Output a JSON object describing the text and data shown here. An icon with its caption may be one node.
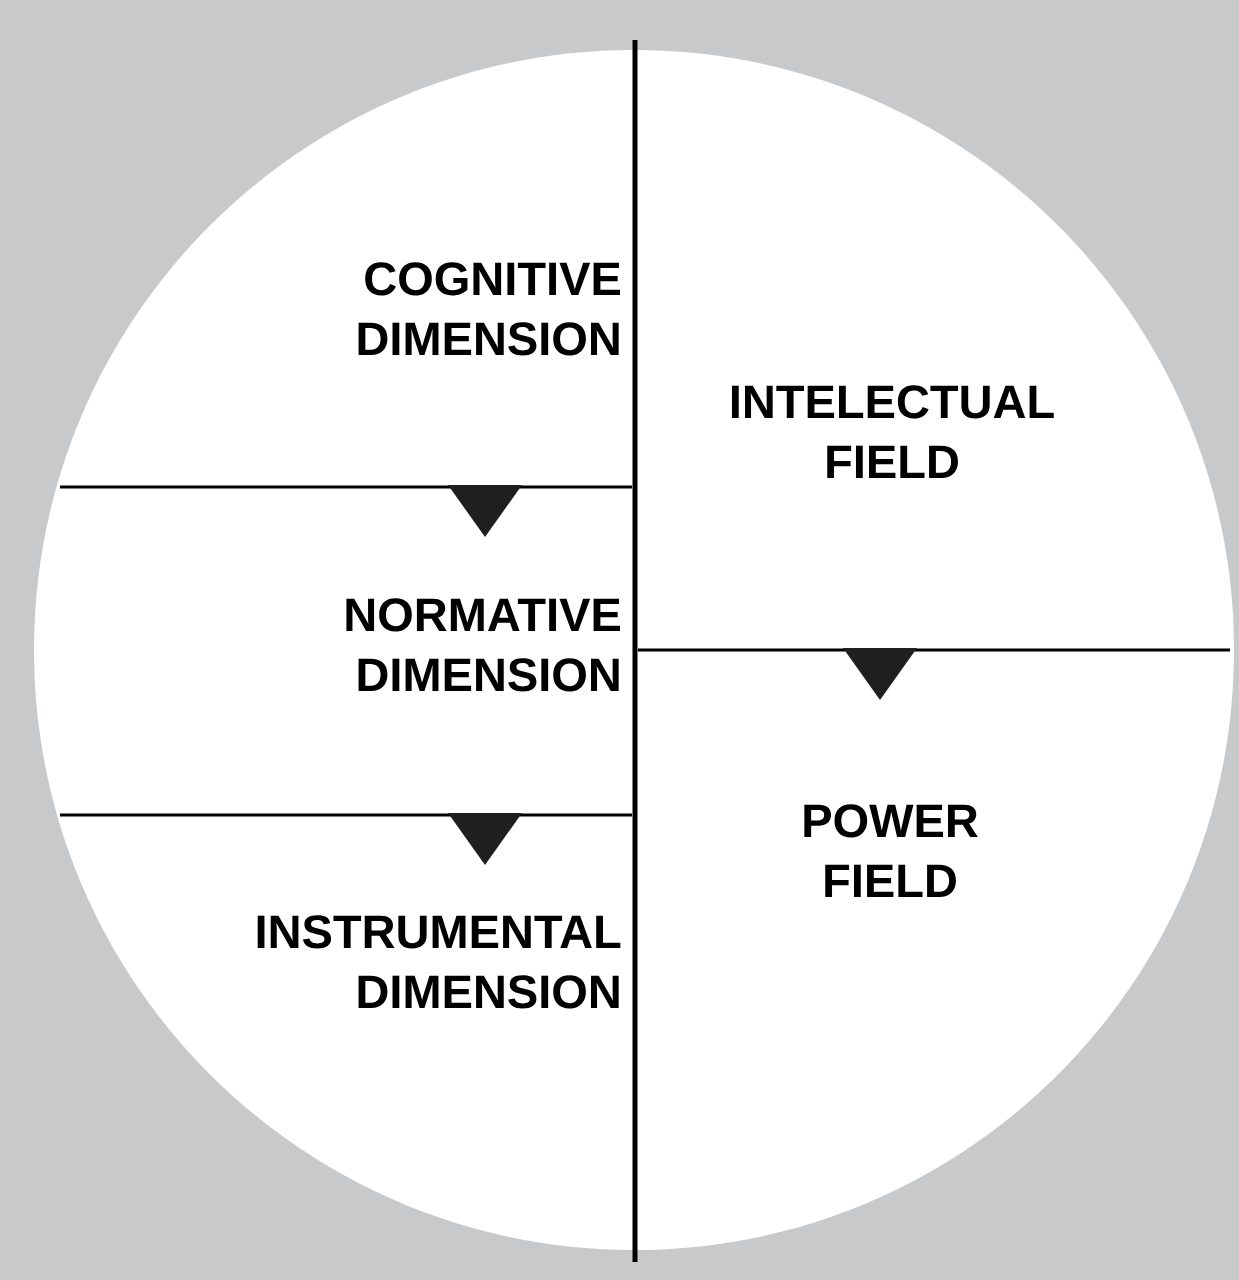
{
  "diagram": {
    "labels": [
      "COGNITIVE DIMENSION",
      "INTELECTUAL FIELD",
      "NORMATIVE DIMENSION",
      "POWER FIELD",
      "INSTRUMENTAL DIMENSION"
    ]
  }
}
